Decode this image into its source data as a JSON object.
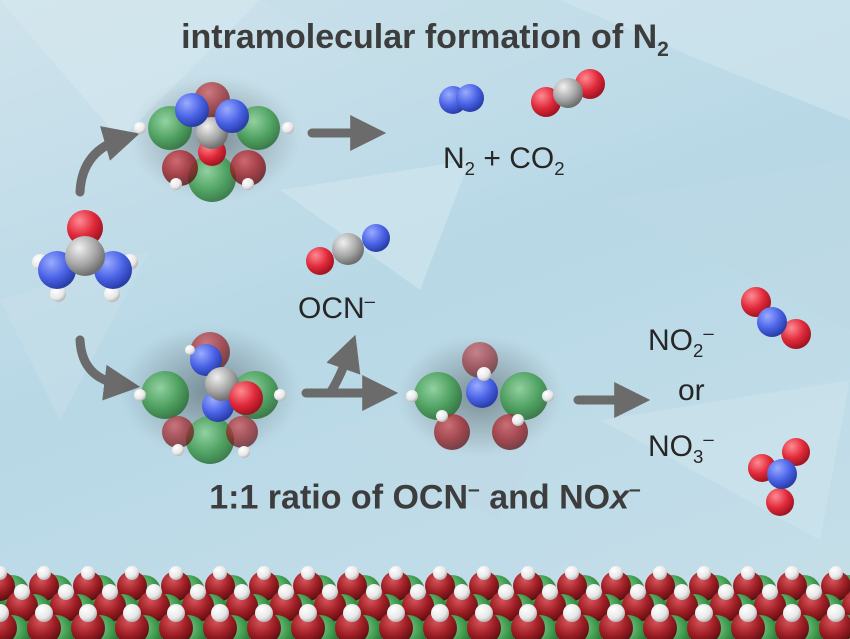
{
  "titles": {
    "top": "intramolecular formation of N",
    "top_sub": "2",
    "bottom_pre": "1:1 ratio of OCN",
    "bottom_sup": "–",
    "bottom_mid": " and NO",
    "bottom_x": "x",
    "bottom_sup2": "–"
  },
  "labels": {
    "n2": "N",
    "n2_sub": "2",
    "plus": " + ",
    "co2": "CO",
    "co2_sub": "2",
    "ocn": "OCN",
    "ocn_sup": "–",
    "no2": "NO",
    "no2_sub": "2",
    "no2_sup": "–",
    "or": "or",
    "no3": "NO",
    "no3_sub": "3",
    "no3_sup": "–"
  },
  "colors": {
    "nitrogen": "#4a63e6",
    "oxygen": "#e0293a",
    "carbon": "#a8a8a8",
    "hydrogen": "#f2f2f2",
    "surface_green": "#3f9b4e",
    "surface_red": "#9e1e24",
    "arrow": "#6b6b6b"
  }
}
